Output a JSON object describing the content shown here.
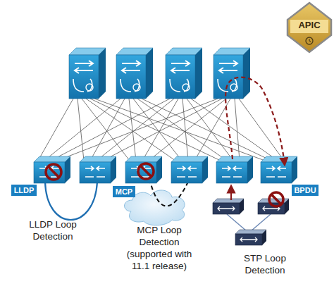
{
  "diagram": {
    "nodes": [
      {
        "text": [
          "APIC"
        ]
      },
      {
        "text": [
          "LLDP"
        ]
      },
      {
        "text": [
          "MCP"
        ]
      },
      {
        "text": [
          "BPDU"
        ]
      }
    ],
    "labels": [
      "LLDP Loop Detection",
      "MCP Loop Detection (supported with 11.1 release)",
      "STP Loop Detection"
    ]
  }
}
